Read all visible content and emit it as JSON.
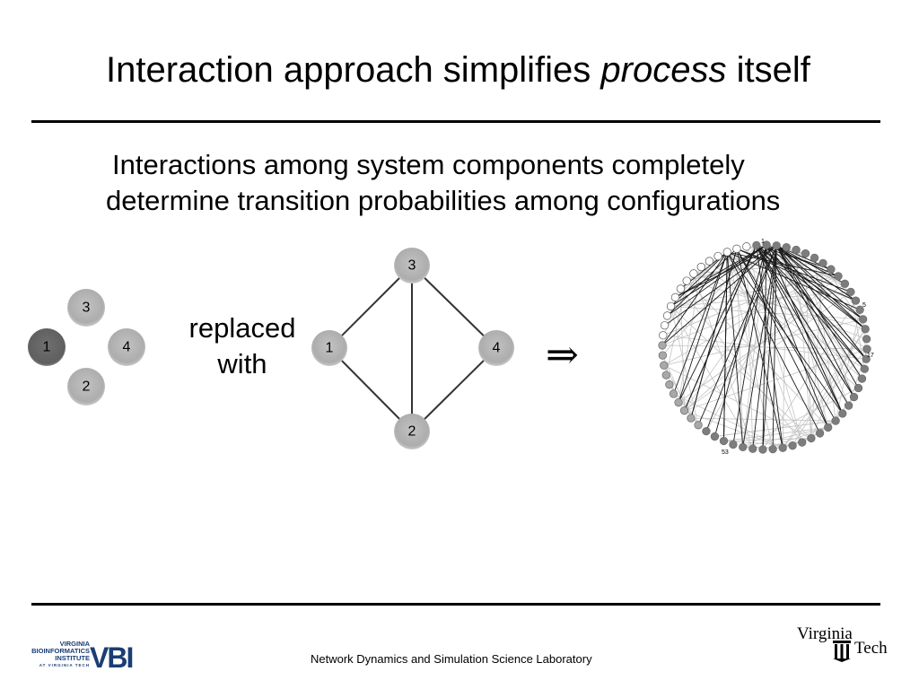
{
  "slide": {
    "title_prefix": "Interaction approach simplifies ",
    "title_emphasis": "process",
    "title_suffix": " itself",
    "bullet_line1": "Interactions among system components completely",
    "bullet_line2": "determine transition probabilities among configurations",
    "replaced_line1": "replaced",
    "replaced_line2": "with",
    "implies_symbol": "⇒"
  },
  "diagram_left": {
    "nodes": [
      {
        "label": "3",
        "state": "inactive"
      },
      {
        "label": "1",
        "state": "active"
      },
      {
        "label": "4",
        "state": "inactive"
      },
      {
        "label": "2",
        "state": "inactive"
      }
    ]
  },
  "diagram_middle": {
    "nodes": [
      {
        "label": "3"
      },
      {
        "label": "1"
      },
      {
        "label": "4"
      },
      {
        "label": "2"
      }
    ],
    "edges": [
      [
        "3",
        "1"
      ],
      [
        "3",
        "4"
      ],
      [
        "3",
        "2"
      ],
      [
        "1",
        "2"
      ],
      [
        "4",
        "2"
      ]
    ]
  },
  "diagram_right": {
    "labels": {
      "top": "1",
      "right_upper": "5",
      "right": "17",
      "bottom": "53"
    }
  },
  "footer": {
    "text": "Network Dynamics and Simulation Science Laboratory",
    "left_logo_lines": [
      "VIRGINIA",
      "BIOINFORMATICS",
      "INSTITUTE",
      "AT VIRGINIA TECH"
    ],
    "left_logo_mark": "VBI",
    "right_logo_line1": "Virginia",
    "right_logo_line2": "Tech"
  },
  "colors": {
    "node_fill": "#b3b3b3",
    "node_active_fill": "#6b6b6b",
    "node_ring_dark": "#7a7a7a",
    "vbi_blue": "#1a3e74"
  }
}
